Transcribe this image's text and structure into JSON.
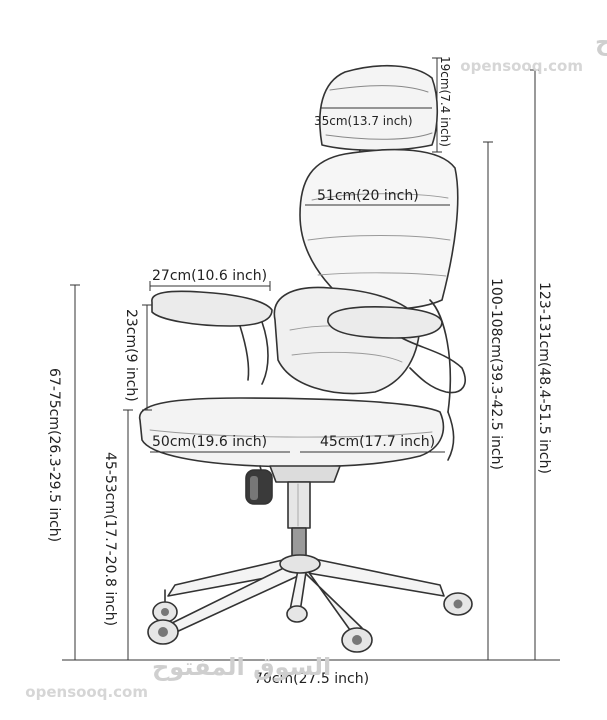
{
  "watermark": {
    "arabic": "السوق المفتوح",
    "latin": "opensooq.com"
  },
  "dimensions": {
    "headrest_height": "19cm(7.4 inch)",
    "headrest_width": "35cm(13.7 inch)",
    "back_width": "51cm(20 inch)",
    "armrest_length": "27cm(10.6 inch)",
    "armrest_height": "23cm(9 inch)",
    "seat_width": "50cm(19.6 inch)",
    "seat_depth": "45cm(17.7 inch)",
    "seat_height": "45-53cm(17.7-20.8 inch)",
    "armrest_floor_height": "67-75cm(26.3-29.5 inch)",
    "back_height": "100-108cm(39.3-42.5 inch)",
    "total_height": "123-131cm(48.4-51.5 inch)",
    "base_width": "70cm(27.5 inch)"
  },
  "colors": {
    "line": "#333333",
    "text": "#222222"
  }
}
